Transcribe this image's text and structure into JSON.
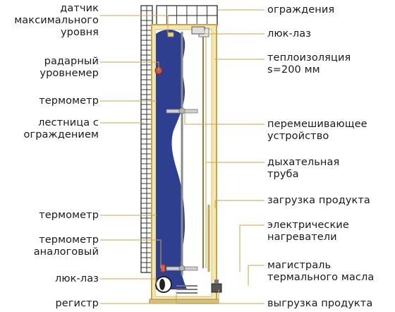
{
  "diagram": {
    "left_labels": [
      "датчик\nмаксимального\nуровня",
      "радарный\nуровнемер",
      "термометр",
      "лестница с\nограждением",
      "термометр",
      "термометр\nаналоговый",
      "люк-лаз",
      "регистр"
    ],
    "right_labels": [
      "ограждения",
      "люк-лаз",
      "теплоизоляция\ns=200 мм",
      "перемешивающее\nустройство",
      "дыхательная\nтруба",
      "загрузка продукта",
      "электрические\nнагреватели",
      "магистраль\nтермального масла",
      "выгрузка продукта"
    ],
    "colors": {
      "product": "#2f3f8f",
      "insulation": "#f3e8b0",
      "insulation_border": "#c9a44a",
      "leader_lines": "#c8a44e",
      "ladder": "#222222",
      "text": "#1a1a1a"
    }
  }
}
